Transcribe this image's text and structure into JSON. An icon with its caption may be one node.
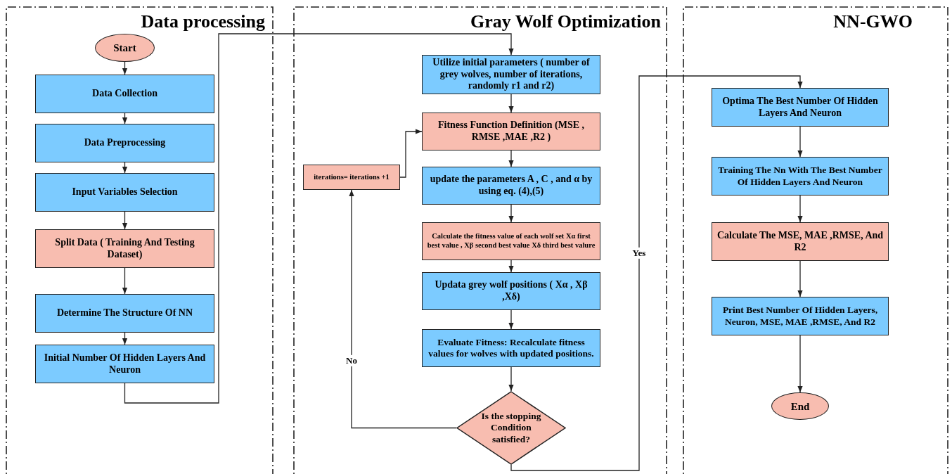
{
  "diagram": {
    "nodes": [
      {
        "text": [
          "Data processing"
        ]
      },
      {
        "text": [
          "Gray Wolf Optimization"
        ]
      },
      {
        "text": [
          "NN-GWO"
        ]
      },
      {
        "text": [
          "Start"
        ],
        "in": 0
      },
      {
        "text": [
          "Data Collection"
        ],
        "in": 0
      },
      {
        "text": [
          "Data Preprocessing"
        ],
        "in": 0
      },
      {
        "text": [
          "Input Variables Selection"
        ],
        "in": 0
      },
      {
        "text": [
          "Split Data ( Training  And Testing Dataset)"
        ],
        "in": 0
      },
      {
        "text": [
          "Determine The Structure Of NN"
        ],
        "in": 0
      },
      {
        "text": [
          "Initial Number Of Hidden Layers And Neuron"
        ],
        "in": 0
      },
      {
        "text": [
          "Utilize initial parameters ( number of grey wolves, number of iterations, randomly r1 and r2)"
        ],
        "in": 1
      },
      {
        "text": [
          "Fitness Function Definition (MSE , RMSE ,MAE ,R2 )"
        ],
        "in": 1
      },
      {
        "text": [
          "iterations= iterations +1"
        ],
        "in": 1
      },
      {
        "text": [
          "update the parameters A , C , and α by using eq. (4),(5)"
        ],
        "in": 1
      },
      {
        "text": [
          "Calculate the fitness value of each wolf set Xα first best value , Xβ second best value Xδ third best valure"
        ],
        "in": 1
      },
      {
        "text": [
          "Updata grey wolf positions ( Xα  , Xβ ,Xδ)"
        ],
        "in": 1
      },
      {
        "text": [
          "Evaluate Fitness: Recalculate fitness values for wolves with updated positions."
        ],
        "in": 1
      },
      {
        "text": [
          "Is the stopping Condition satisfied?"
        ],
        "in": 1
      },
      {
        "text": [
          "Optima The Best Number Of Hidden Layers And Neuron"
        ],
        "in": 2
      },
      {
        "text": [
          "Training The Nn With The Best Number Of Hidden Layers And Neuron"
        ],
        "in": 2
      },
      {
        "text": [
          "Calculate The MSE, MAE ,RMSE, And R2"
        ],
        "in": 2
      },
      {
        "text": [
          "Print Best Number Of Hidden Layers, Neuron,   MSE, MAE ,RMSE, And R2"
        ],
        "in": 2
      },
      {
        "text": [
          "End"
        ],
        "in": 2
      }
    ],
    "edges": [
      {
        "from": 3,
        "to": 4,
        "arrow": "to"
      },
      {
        "from": 4,
        "to": 5,
        "arrow": "to"
      },
      {
        "from": 5,
        "to": 6,
        "arrow": "to"
      },
      {
        "from": 6,
        "to": 7,
        "arrow": "to"
      },
      {
        "from": 7,
        "to": 8,
        "arrow": "to"
      },
      {
        "from": 8,
        "to": 9,
        "arrow": "to"
      },
      {
        "from": 9,
        "to": 10,
        "arrow": "to"
      },
      {
        "from": 10,
        "to": 11,
        "arrow": "to"
      },
      {
        "from": 11,
        "to": 13,
        "arrow": "to"
      },
      {
        "from": 13,
        "to": 14,
        "arrow": "to"
      },
      {
        "from": 14,
        "to": 15,
        "arrow": "to"
      },
      {
        "from": 15,
        "to": 16,
        "arrow": "to"
      },
      {
        "from": 16,
        "to": 17,
        "arrow": "to"
      },
      {
        "from": 17,
        "to": 12,
        "arrow": "to",
        "label": "No"
      },
      {
        "from": 12,
        "to": 11,
        "arrow": "to"
      },
      {
        "from": 17,
        "to": 18,
        "arrow": "to",
        "label": "Yes"
      },
      {
        "from": 18,
        "to": 19,
        "arrow": "to"
      },
      {
        "from": 19,
        "to": 20,
        "arrow": "to"
      },
      {
        "from": 20,
        "to": 21,
        "arrow": "to"
      },
      {
        "from": 21,
        "to": 22,
        "arrow": "to"
      }
    ]
  }
}
